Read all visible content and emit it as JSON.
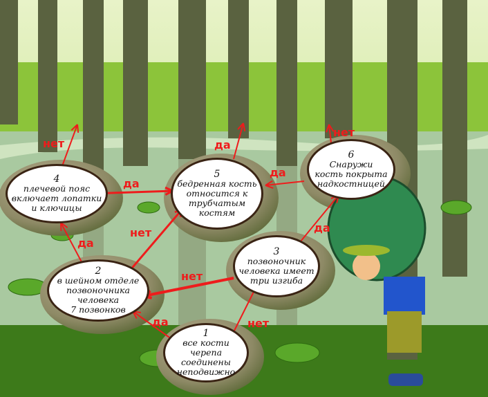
{
  "nodes": [
    {
      "num": "1",
      "lines": [
        "все кости",
        "черепа соединены",
        "неподвижно"
      ]
    },
    {
      "num": "2",
      "lines": [
        "в шейном отделе",
        "позвоночника",
        "человека",
        "7 позвонков"
      ]
    },
    {
      "num": "3",
      "lines": [
        "позвоночник",
        "человека имеет",
        "три изгиба"
      ]
    },
    {
      "num": "4",
      "lines": [
        "плечевой пояс",
        "включает лопатки",
        "и ключицы"
      ]
    },
    {
      "num": "5",
      "lines": [
        "бедренная кость",
        "относится к",
        "трубчатым",
        "костям"
      ]
    },
    {
      "num": "6",
      "lines": [
        "Снаружи",
        "кость покрыта",
        "надкостницей"
      ]
    }
  ],
  "edges": [
    {
      "from": "4",
      "to": "exit",
      "label": "нет"
    },
    {
      "from": "5",
      "to": "exit",
      "label": "да"
    },
    {
      "from": "6",
      "to": "exit",
      "label": "нет"
    },
    {
      "from": "4",
      "to": "5",
      "label": "да"
    },
    {
      "from": "6",
      "to": "5",
      "label": "да"
    },
    {
      "from": "2",
      "to": "4",
      "label": "да"
    },
    {
      "from": "2",
      "to": "5",
      "label": "нет"
    },
    {
      "from": "3",
      "to": "2",
      "label": "нет"
    },
    {
      "from": "1",
      "to": "2",
      "label": "да"
    },
    {
      "from": "1",
      "to": "3",
      "label": "нет"
    },
    {
      "from": "3",
      "to": "6",
      "label": "да"
    }
  ],
  "colors": {
    "arrow": "#ee1c1c",
    "water": "#a9c9a0",
    "grass": "#6fae2e",
    "trunk": "#5a6240"
  }
}
